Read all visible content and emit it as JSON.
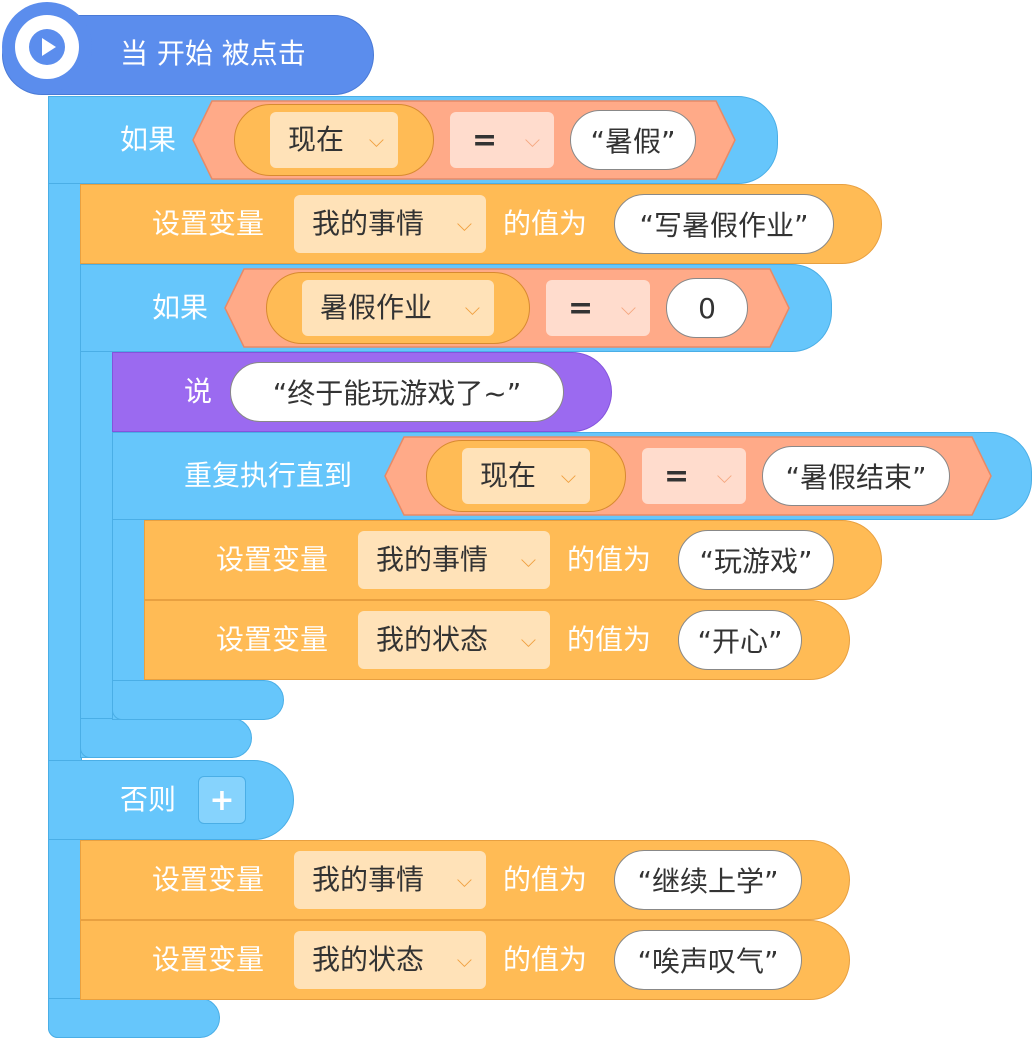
{
  "hat": {
    "label": "当 开始 被点击"
  },
  "if1": {
    "label": "如果",
    "left_var": "现在",
    "operator": "=",
    "right_value": "“暑假”"
  },
  "set1": {
    "label": "设置变量",
    "variable": "我的事情",
    "value_label": "的值为",
    "value": "“写暑假作业”"
  },
  "if2": {
    "label": "如果",
    "left_var": "暑假作业",
    "operator": "=",
    "right_value": "0"
  },
  "say": {
    "label": "说",
    "value": "“终于能玩游戏了~”"
  },
  "repeat": {
    "label": "重复执行直到",
    "left_var": "现在",
    "operator": "=",
    "right_value": "“暑假结束”"
  },
  "set2": {
    "label": "设置变量",
    "variable": "我的事情",
    "value_label": "的值为",
    "value": "“玩游戏”"
  },
  "set3": {
    "label": "设置变量",
    "variable": "我的状态",
    "value_label": "的值为",
    "value": "“开心”"
  },
  "else": {
    "label": "否则",
    "plus": "+"
  },
  "set4": {
    "label": "设置变量",
    "variable": "我的事情",
    "value_label": "的值为",
    "value": "“继续上学”"
  },
  "set5": {
    "label": "设置变量",
    "variable": "我的状态",
    "value_label": "的值为",
    "value": "“唉声叹气”"
  },
  "colors": {
    "event": "#5b8ded",
    "control": "#66c6fb",
    "variable": "#ffbb55",
    "operator": "#ffaa88",
    "looks": "#9b6af0"
  }
}
